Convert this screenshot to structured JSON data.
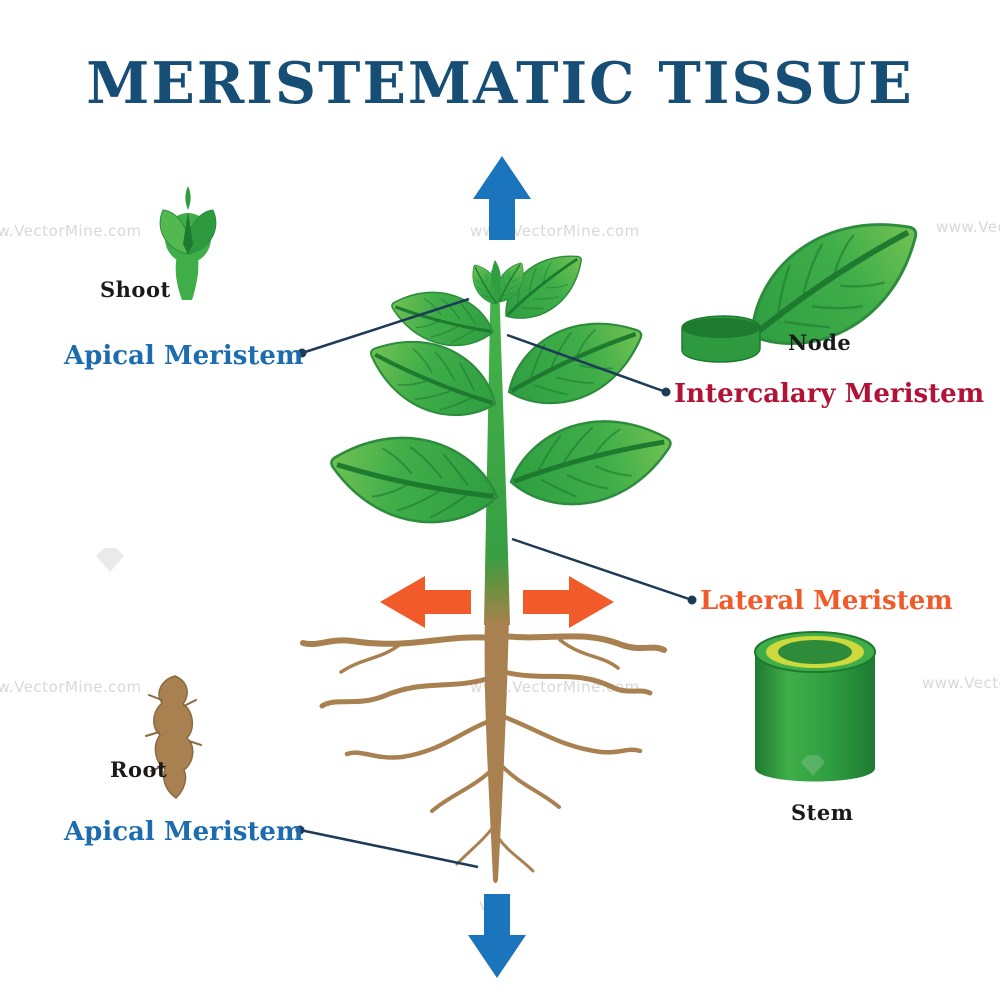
{
  "title": "MERISTEMATIC TISSUE",
  "watermark": {
    "text": "www.VectorMine.com",
    "short": "vw."
  },
  "labels": {
    "shoot": "Shoot",
    "apical_top": "Apical Meristem",
    "node": "Node",
    "intercalary": "Intercalary Meristem",
    "lateral": "Lateral Meristem",
    "stem": "Stem",
    "root": "Root",
    "apical_bottom": "Apical Meristem"
  },
  "icons": {
    "plant": "whole-plant-illustration",
    "shoot": "shoot-bud-icon",
    "node": "leaf-node-icon",
    "stem_cylinder": "stem-cross-section-cylinder-icon",
    "root": "root-tuber-icon",
    "arrow_up": "upward-growth-arrow",
    "arrow_down": "downward-growth-arrow",
    "arrow_left": "leftward-growth-arrow",
    "arrow_right": "rightward-growth-arrow"
  },
  "colors": {
    "title": "#174e75",
    "apical_label": "#1e6cb0",
    "intercalary_label": "#b11235",
    "lateral_label": "#f15b2b",
    "arrow_blue": "#1b75bc",
    "arrow_orange": "#f15a29",
    "leaf_green": "#3fae49",
    "stem_green": "#2f9e41",
    "root_brown": "#a9804f",
    "connector": "#1d3a57"
  }
}
